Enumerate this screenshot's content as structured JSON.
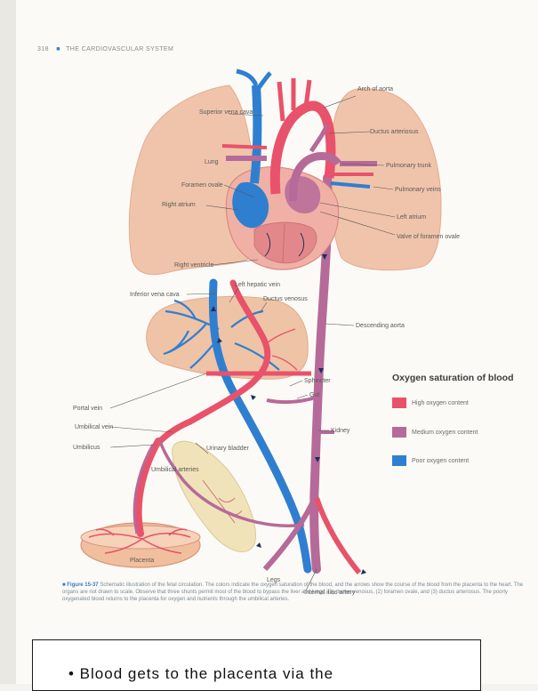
{
  "page": {
    "page_number": "318",
    "header_title": "THE CARDIOVASCULAR SYSTEM"
  },
  "diagram": {
    "labels": {
      "arch_of_aorta": "Arch of aorta",
      "superior_vena_cava": "Superior vena cava",
      "ductus_arteriosus": "Ductus arteriosus",
      "lung": "Lung",
      "pulmonary_trunk": "Pulmonary trunk",
      "foramen_ovale": "Foramen ovale",
      "pulmonary_veins": "Pulmonary veins",
      "right_atrium": "Right atrium",
      "left_atrium": "Left atrium",
      "valve_of_foramen_ovale": "Valve of foramen ovale",
      "right_ventricle": "Right ventricle",
      "inferior_vena_cava": "Inferior vena cava",
      "left_hepatic_vein": "Left hepatic vein",
      "ductus_venosus": "Ductus venosus",
      "descending_aorta": "Descending aorta",
      "sphincter": "Sphincter",
      "gut": "Gut",
      "portal_vein": "Portal vein",
      "umbilical_vein": "Umbilical vein",
      "kidney": "Kidney",
      "umbilicus": "Umbilicus",
      "urinary_bladder": "Urinary bladder",
      "umbilical_arteries": "Umbilical arteries",
      "placenta": "Placenta",
      "legs": "Legs",
      "internal_iliac_artery": "Internal iliac artery"
    },
    "colors": {
      "high": "#e8526a",
      "medium": "#b66a99",
      "poor": "#2f7fd0",
      "lung": "#f0c4ab",
      "liver": "#efc3a6",
      "bladder": "#f1e3b9"
    }
  },
  "legend": {
    "title": "Oxygen saturation of blood",
    "items": [
      {
        "label": "High oxygen content",
        "color": "#e8526a"
      },
      {
        "label": "Medium oxygen content",
        "color": "#b66a99"
      },
      {
        "label": "Poor oxygen content",
        "color": "#2f7fd0"
      }
    ]
  },
  "caption": {
    "figure": "Figure 15-37",
    "text": "Schematic illustration of the fetal circulation. The colors indicate the oxygen saturation of the blood, and the arrows show the course of the blood from the placenta to the heart. The organs are not drawn to scale. Observe that three shunts permit most of the blood to bypass the liver and lungs: (1) ductus venosus, (2) foramen ovale, and (3) ductus arteriosus. The poorly oxygenated blood returns to the placenta for oxygen and nutrients through the umbilical arteries."
  },
  "bottom_box": {
    "text": "• Blood gets to the placenta via the"
  }
}
